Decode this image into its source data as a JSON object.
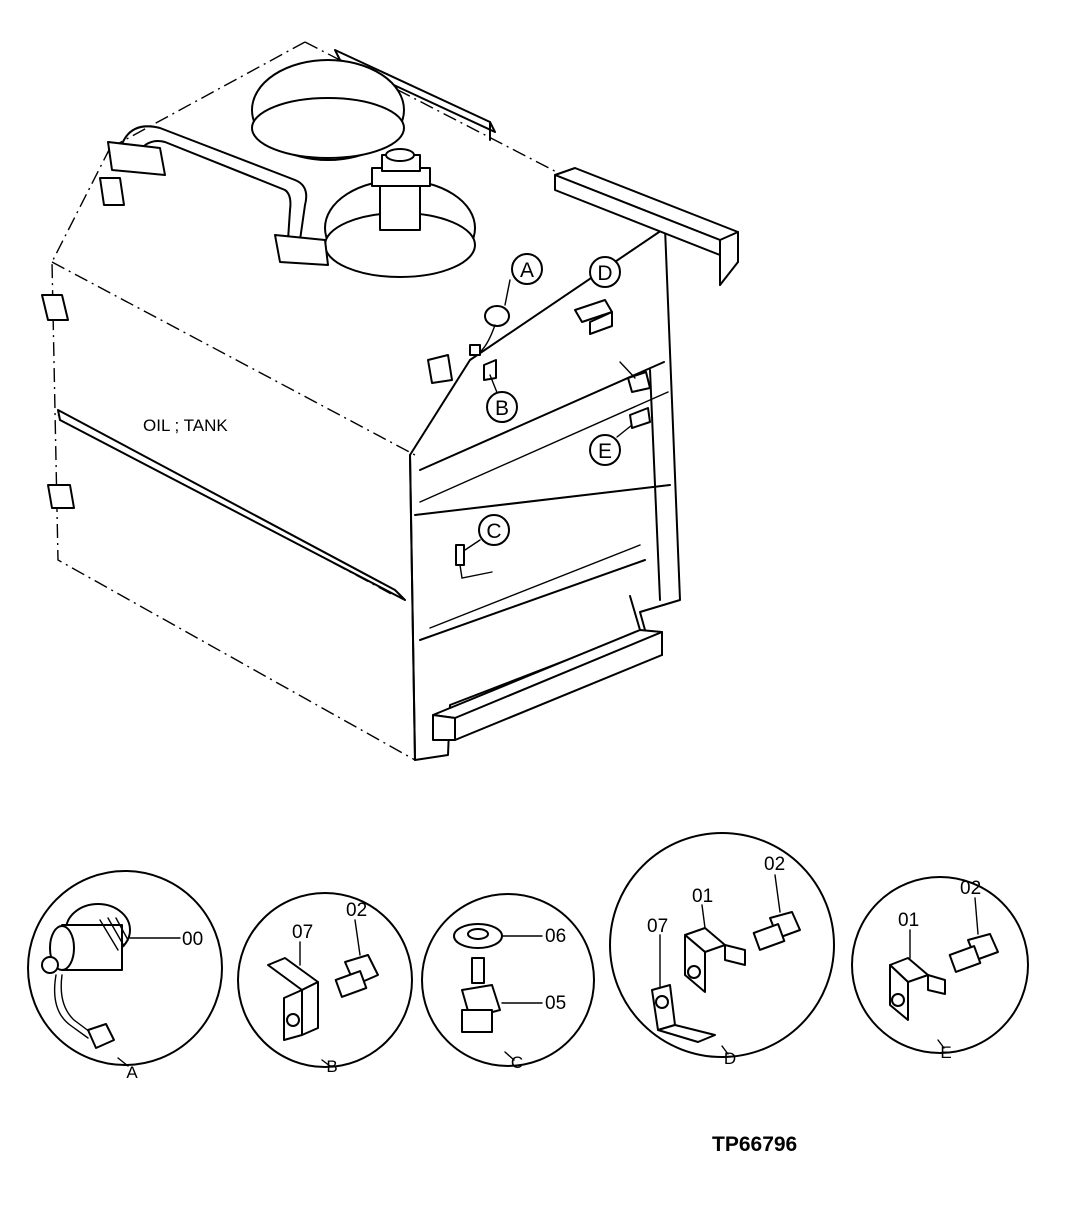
{
  "tank_label": "OIL ; TANK",
  "figure_id": "TP66796",
  "callouts": [
    "A",
    "B",
    "C",
    "D",
    "E"
  ],
  "details": {
    "A": {
      "caption": "A",
      "parts": [
        "00"
      ]
    },
    "B": {
      "caption": "B",
      "parts": [
        "07",
        "02"
      ]
    },
    "C": {
      "caption": "C",
      "parts": [
        "06",
        "05"
      ]
    },
    "D": {
      "caption": "D",
      "parts": [
        "07",
        "01",
        "02"
      ]
    },
    "E": {
      "caption": "E",
      "parts": [
        "01",
        "02"
      ]
    }
  }
}
